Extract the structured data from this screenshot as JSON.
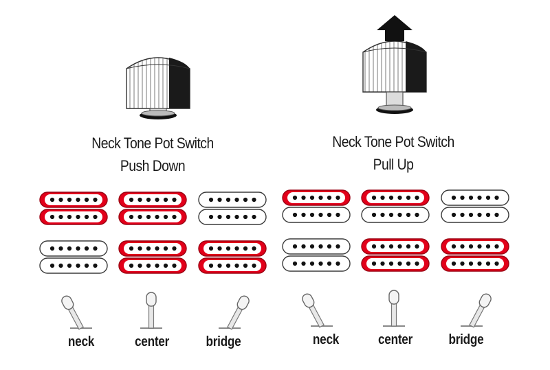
{
  "colors": {
    "active_coil": "#e2001a",
    "inactive_coil": "#ffffff",
    "outline": "#3a3a3a",
    "pole": "#111111",
    "text": "#1a1a1a"
  },
  "icons": {
    "knob": "tone-pot-knob-icon",
    "arrow": "pull-up-arrow-icon",
    "lever": "selector-switch-lever-icon"
  },
  "panels": [
    {
      "id": "push-down",
      "title_line1": "Neck Tone Pot Switch",
      "title_line2": "Push Down",
      "knob_pulled": false,
      "positions": [
        {
          "label": "neck",
          "lever": "left",
          "top": {
            "coil1": "red",
            "coil2": "red"
          },
          "bottom": {
            "coil1": "white",
            "coil2": "white"
          }
        },
        {
          "label": "center",
          "lever": "center",
          "top": {
            "coil1": "red",
            "coil2": "red"
          },
          "bottom": {
            "coil1": "red",
            "coil2": "red"
          }
        },
        {
          "label": "bridge",
          "lever": "right",
          "top": {
            "coil1": "white",
            "coil2": "white"
          },
          "bottom": {
            "coil1": "red",
            "coil2": "red"
          }
        }
      ]
    },
    {
      "id": "pull-up",
      "title_line1": "Neck Tone Pot Switch",
      "title_line2": "Pull Up",
      "knob_pulled": true,
      "positions": [
        {
          "label": "neck",
          "lever": "left",
          "top": {
            "coil1": "red",
            "coil2": "white"
          },
          "bottom": {
            "coil1": "white",
            "coil2": "white"
          }
        },
        {
          "label": "center",
          "lever": "center",
          "top": {
            "coil1": "red",
            "coil2": "white"
          },
          "bottom": {
            "coil1": "red",
            "coil2": "red"
          }
        },
        {
          "label": "bridge",
          "lever": "right",
          "top": {
            "coil1": "white",
            "coil2": "white"
          },
          "bottom": {
            "coil1": "red",
            "coil2": "red"
          }
        }
      ]
    }
  ]
}
